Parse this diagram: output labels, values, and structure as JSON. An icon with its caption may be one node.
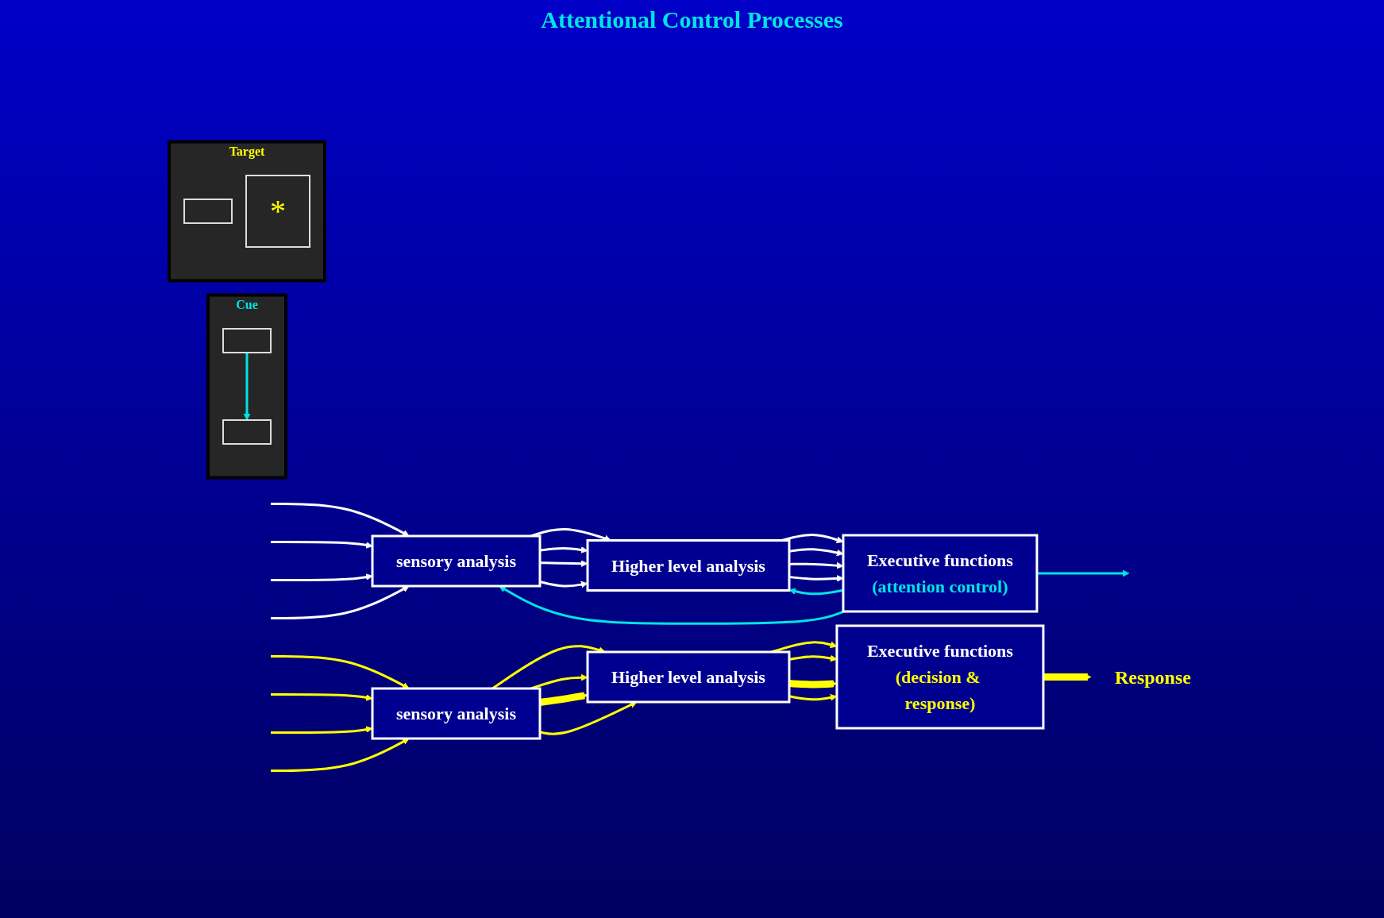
{
  "diagram": {
    "nodes": [
      {
        "text": [
          "Cue"
        ]
      },
      {
        "text": [],
        "shape": "box",
        "in": 0
      },
      {
        "text": [],
        "shape": "box",
        "in": 0
      },
      {
        "text": [
          "sensory analysis"
        ]
      },
      {
        "text": [
          "Higher level analysis"
        ]
      },
      {
        "text": [
          "Executive functions",
          "(attention control)"
        ]
      },
      {
        "text": [
          "Target"
        ]
      },
      {
        "text": [],
        "shape": "box",
        "in": 6
      },
      {
        "text": [
          "*"
        ],
        "in": 6
      },
      {
        "text": [
          "sensory analysis"
        ]
      },
      {
        "text": [
          "Higher level analysis"
        ]
      },
      {
        "text": [
          "Executive functions",
          "(decision & response)"
        ]
      },
      {
        "text": [
          "Response"
        ]
      }
    ],
    "edges": [
      {
        "from": 1,
        "to": 2,
        "arrow": "to",
        "color": "#00e5e5"
      },
      {
        "from": null,
        "to": 3,
        "arrow": "to",
        "color": "#ffffff"
      },
      {
        "from": null,
        "to": 3,
        "arrow": "to",
        "color": "#ffffff"
      },
      {
        "from": null,
        "to": 3,
        "arrow": "to",
        "color": "#ffffff"
      },
      {
        "from": null,
        "to": 3,
        "arrow": "to",
        "color": "#ffffff"
      },
      {
        "from": 3,
        "to": 4,
        "arrow": "to",
        "color": "#ffffff"
      },
      {
        "from": 3,
        "to": 4,
        "arrow": "to",
        "color": "#ffffff"
      },
      {
        "from": 3,
        "to": 4,
        "arrow": "to",
        "color": "#ffffff"
      },
      {
        "from": 3,
        "to": 4,
        "arrow": "to",
        "color": "#ffffff"
      },
      {
        "from": 4,
        "to": 5,
        "arrow": "to",
        "color": "#ffffff"
      },
      {
        "from": 4,
        "to": 5,
        "arrow": "to",
        "color": "#ffffff"
      },
      {
        "from": 4,
        "to": 5,
        "arrow": "to",
        "color": "#ffffff"
      },
      {
        "from": 4,
        "to": 5,
        "arrow": "to",
        "color": "#ffffff"
      },
      {
        "from": 5,
        "to": 3,
        "arrow": "to",
        "color": "#00e5e5"
      },
      {
        "from": 5,
        "to": null,
        "arrow": "to",
        "color": "#00e5e5"
      },
      {
        "from": 5,
        "to": 4,
        "arrow": "to",
        "color": "#00e5e5"
      },
      {
        "from": null,
        "to": 9,
        "arrow": "to",
        "color": "#ffff00"
      },
      {
        "from": null,
        "to": 9,
        "arrow": "to",
        "color": "#ffff00"
      },
      {
        "from": null,
        "to": 9,
        "arrow": "to",
        "color": "#ffff00"
      },
      {
        "from": null,
        "to": 9,
        "arrow": "to",
        "color": "#ffff00"
      },
      {
        "from": 9,
        "to": 10,
        "arrow": "to",
        "color": "#ffff00"
      },
      {
        "from": 9,
        "to": 10,
        "arrow": "to",
        "color": "#ffff00"
      },
      {
        "from": 9,
        "to": 10,
        "arrow": "to",
        "style": "thick",
        "color": "#ffff00"
      },
      {
        "from": 9,
        "to": 10,
        "arrow": "to",
        "color": "#ffff00"
      },
      {
        "from": 10,
        "to": 11,
        "arrow": "to",
        "color": "#ffff00"
      },
      {
        "from": 10,
        "to": 11,
        "arrow": "to",
        "color": "#ffff00"
      },
      {
        "from": 10,
        "to": 11,
        "arrow": "to",
        "style": "thick",
        "color": "#ffff00"
      },
      {
        "from": 10,
        "to": 11,
        "arrow": "to",
        "color": "#ffff00"
      },
      {
        "from": 11,
        "to": 12,
        "arrow": "to",
        "style": "thick",
        "color": "#ffff00"
      }
    ],
    "labels": [
      "Attentional Control Processes"
    ]
  }
}
